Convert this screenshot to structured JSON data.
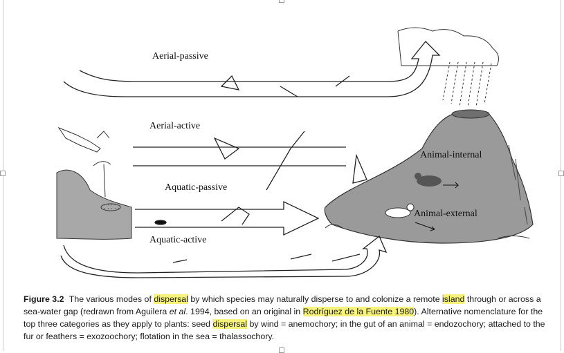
{
  "figure": {
    "labels": {
      "aerial_passive": "Aerial-passive",
      "aerial_active": "Aerial-active",
      "aquatic_passive": "Aquatic-passive",
      "aquatic_active": "Aquatic-active",
      "animal_internal": "Animal-internal",
      "animal_external": "Animal-external"
    }
  },
  "caption": {
    "fig_number": "Figure 3.2",
    "seg1": "The various modes of ",
    "hl1": "dispersal",
    "seg2": " by which species may naturally disperse to and colonize a remote ",
    "hl2": "island",
    "seg3": " through or across a sea-water gap (redrawn from Aguilera ",
    "italic1": "et al",
    "seg4": ". 1994, based on an original in ",
    "hl3": "Rodríguez de la Fuente 1980",
    "seg5": "). Alternative nomenclature for the top three categories as they apply to plants: seed ",
    "hl4": "dispersal",
    "seg6": " by wind = anemochory; in the gut of an animal = endozochory; attached to the fur or feathers = exozoochory; flotation in the sea = thalassochory."
  },
  "colors": {
    "highlight": "#f6f27a",
    "island": "#9a9a9a",
    "ink": "#111111"
  }
}
